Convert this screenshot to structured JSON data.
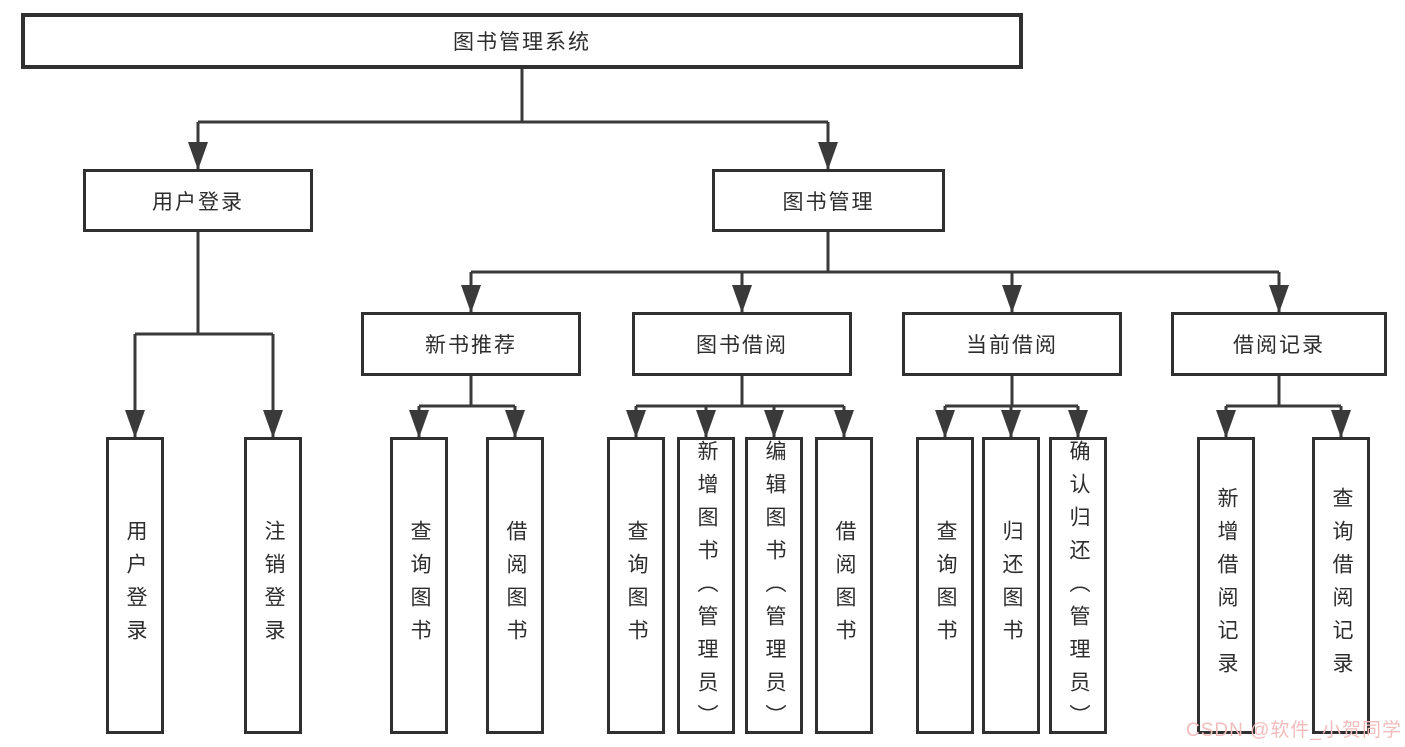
{
  "root": {
    "label": "图书管理系统"
  },
  "branches": [
    {
      "label": "用户登录",
      "children": [
        {
          "label": "用户登录"
        },
        {
          "label": "注销登录"
        }
      ]
    },
    {
      "label": "图书管理",
      "children": [
        {
          "label": "新书推荐",
          "children": [
            {
              "label": "查询图书"
            },
            {
              "label": "借阅图书"
            }
          ]
        },
        {
          "label": "图书借阅",
          "children": [
            {
              "label": "查询图书"
            },
            {
              "label": "新增图书（管理员）"
            },
            {
              "label": "编辑图书（管理员）"
            },
            {
              "label": "借阅图书"
            }
          ]
        },
        {
          "label": "当前借阅",
          "children": [
            {
              "label": "查询图书"
            },
            {
              "label": "归还图书"
            },
            {
              "label": "确认归还（管理员）"
            }
          ]
        },
        {
          "label": "借阅记录",
          "children": [
            {
              "label": "新增借阅记录"
            },
            {
              "label": "查询借阅记录"
            }
          ]
        }
      ]
    }
  ],
  "watermark": "CSDN @软件_小贺同学",
  "colors": {
    "line": "#3a3a3a",
    "border": "#303030",
    "text": "#2d2d2d",
    "watermark": "#f2bcbc",
    "background": "#ffffff"
  }
}
